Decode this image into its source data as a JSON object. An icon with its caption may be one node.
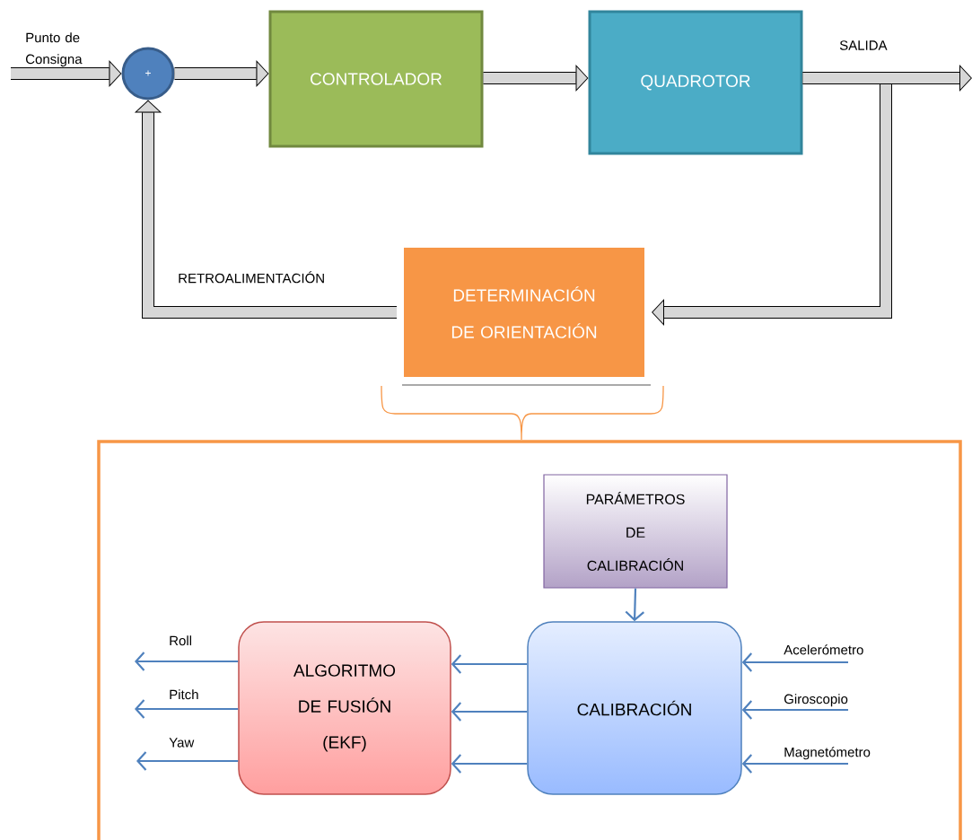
{
  "diagram": {
    "nodes": [
      {
        "text": [
          "+"
        ]
      },
      {
        "text": [
          "CONTROLADOR"
        ]
      },
      {
        "text": [
          "QUADROTOR"
        ]
      },
      {
        "text": [
          "DETERMINACIÓN DE ORIENTACIÓN"
        ]
      },
      {
        "text": [],
        "shape": "box"
      },
      {
        "text": [
          "PARÁMETROS DE CALIBRACIÓN"
        ],
        "in": 4
      },
      {
        "text": [
          "ALGORITMO DE FUSIÓN (EKF)"
        ],
        "in": 4
      },
      {
        "text": [
          "CALIBRACIÓN"
        ],
        "in": 4
      }
    ],
    "edges": [
      {
        "from": null,
        "to": 0,
        "arrow": "to",
        "label": "Punto de Consigna",
        "style": "thick",
        "color": "#000000"
      },
      {
        "from": 0,
        "to": 1,
        "arrow": "to",
        "style": "thick",
        "color": "#000000"
      },
      {
        "from": 1,
        "to": 2,
        "arrow": "to",
        "style": "thick",
        "color": "#000000"
      },
      {
        "from": 2,
        "to": 3,
        "arrow": "to",
        "style": "thick",
        "color": "#000000"
      },
      {
        "from": 2,
        "to": null,
        "arrow": "to",
        "label": "SALIDA",
        "style": "thick",
        "color": "#000000"
      },
      {
        "from": 3,
        "to": 0,
        "arrow": "to",
        "label": "RETROALIMENTACIÓN",
        "style": "thick",
        "color": "#000000"
      },
      {
        "from": 5,
        "to": 7,
        "arrow": "to"
      },
      {
        "from": 7,
        "to": 6,
        "arrow": "to"
      },
      {
        "from": 7,
        "to": 6,
        "arrow": "to"
      },
      {
        "from": 7,
        "to": 6,
        "arrow": "to"
      },
      {
        "from": 6,
        "to": null,
        "arrow": "to",
        "label": "Roll"
      },
      {
        "from": 6,
        "to": null,
        "arrow": "to",
        "label": "Pitch"
      },
      {
        "from": 6,
        "to": null,
        "arrow": "to",
        "label": "Yaw"
      },
      {
        "from": null,
        "to": 7,
        "arrow": "to",
        "label": "Acelerómetro"
      },
      {
        "from": null,
        "to": 7,
        "arrow": "to",
        "label": "Giroscopio"
      },
      {
        "from": null,
        "to": 7,
        "arrow": "to",
        "label": "Magnetómetro"
      }
    ]
  }
}
